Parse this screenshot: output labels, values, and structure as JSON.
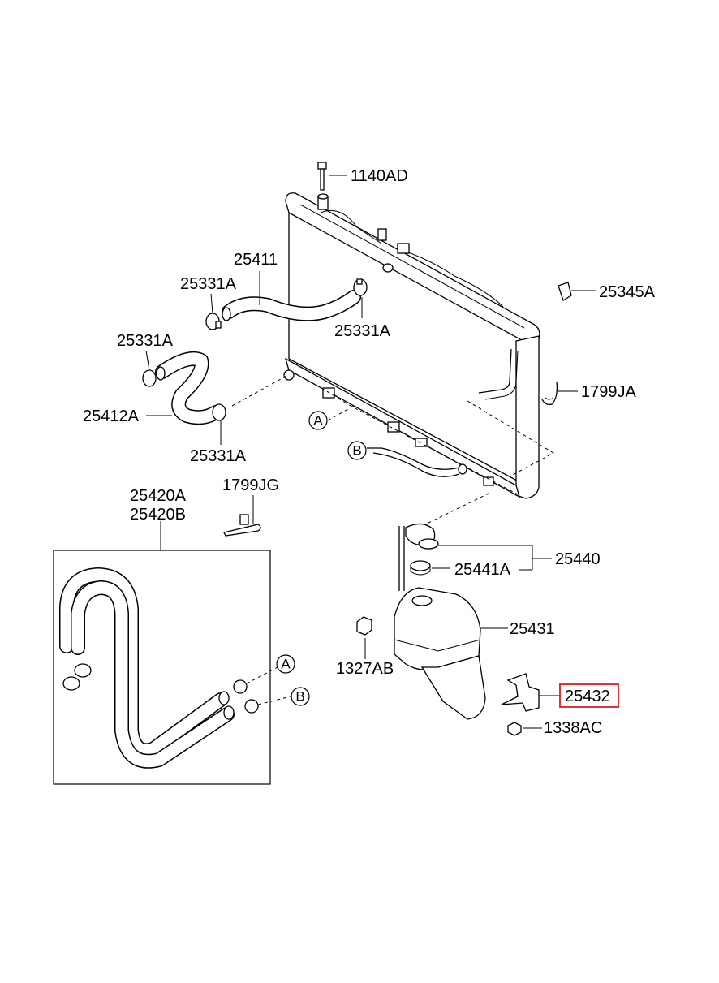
{
  "parts": {
    "p1140AD": "1140AD",
    "p25411": "25411",
    "p25331A_top_left": "25331A",
    "p25331A_top_right": "25331A",
    "p25345A": "25345A",
    "p25331A_mid": "25331A",
    "p25412A": "25412A",
    "p25331A_low": "25331A",
    "p1799JA": "1799JA",
    "p25420A": "25420A",
    "p25420B": "25420B",
    "p1799JG": "1799JG",
    "p25440": "25440",
    "p25441A": "25441A",
    "p25431": "25431",
    "p1327AB": "1327AB",
    "p25432": "25432",
    "p1338AC": "1338AC"
  },
  "callouts": {
    "a_main": "A",
    "b_main": "B",
    "a_inset": "A",
    "b_inset": "B"
  },
  "highlight": {
    "part": "25432",
    "color": "#e01b1b"
  }
}
